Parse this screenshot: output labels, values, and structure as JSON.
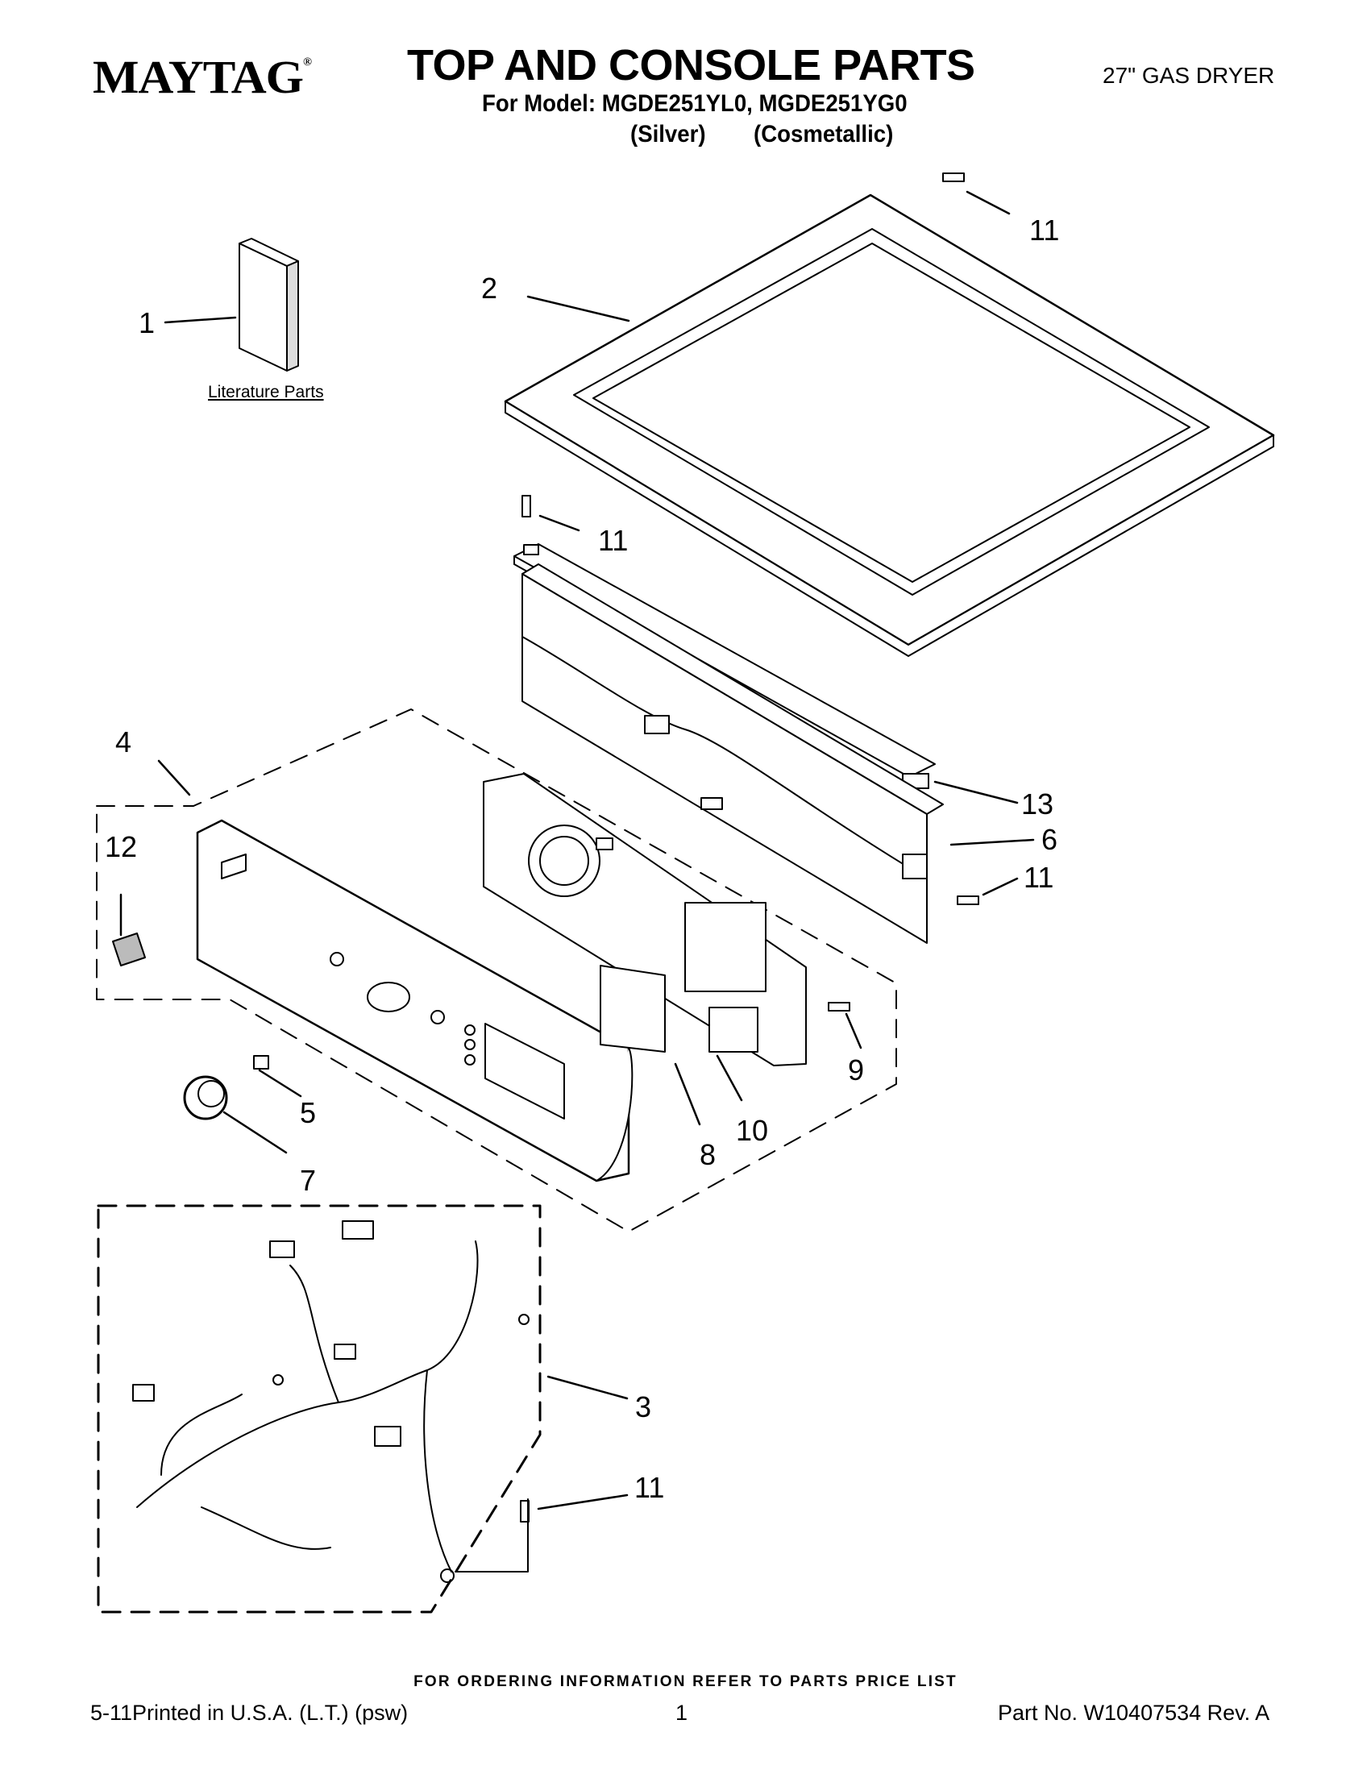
{
  "header": {
    "brand": "MAYTAG",
    "brand_mark": "®",
    "title": "TOP AND CONSOLE PARTS",
    "model_line": "For Model: MGDE251YL0, MGDE251YG0",
    "variant_1": "(Silver)",
    "variant_2": "(Cosmetallic)",
    "dryer_type": "27\" GAS DRYER"
  },
  "diagram": {
    "literature_label": "Literature Parts",
    "callouts": {
      "c1": "1",
      "c2": "2",
      "c3": "3",
      "c4": "4",
      "c5": "5",
      "c6": "6",
      "c7": "7",
      "c8": "8",
      "c9": "9",
      "c10": "10",
      "c11a": "11",
      "c11b": "11",
      "c11c": "11",
      "c11d": "11",
      "c12": "12",
      "c13": "13"
    }
  },
  "footer": {
    "order_note": "FOR ORDERING INFORMATION REFER TO PARTS PRICE LIST",
    "print_info": "5-11Printed in U.S.A. (L.T.) (psw)",
    "page_number": "1",
    "part_number": "Part No. W10407534 Rev. A"
  }
}
